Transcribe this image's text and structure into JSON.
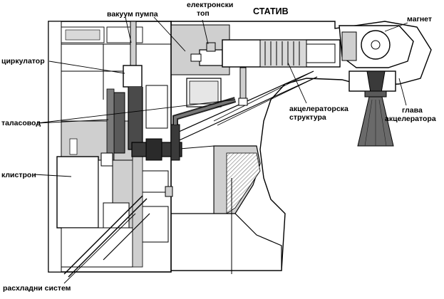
{
  "labels": {
    "vacuum_pump": "вакуум пумпа",
    "electron_gun_line1": "електронски",
    "electron_gun_line2": "топ",
    "stand": "СТАТИВ",
    "magnet": "магнет",
    "circulator": "циркулатор",
    "waveguide": "таласовод",
    "klystron": "клистрон",
    "cooling_system": "расхладни систем",
    "accelerator_structure_line1": "акцелераторска",
    "accelerator_structure_line2": "структура",
    "accelerator_head_line1": "глава",
    "accelerator_head_line2": "акцелератора"
  },
  "colors": {
    "line": "#000000",
    "shade_light": "#cfcfcf",
    "shade_dark": "#9a9a9a",
    "background": "#ffffff"
  }
}
